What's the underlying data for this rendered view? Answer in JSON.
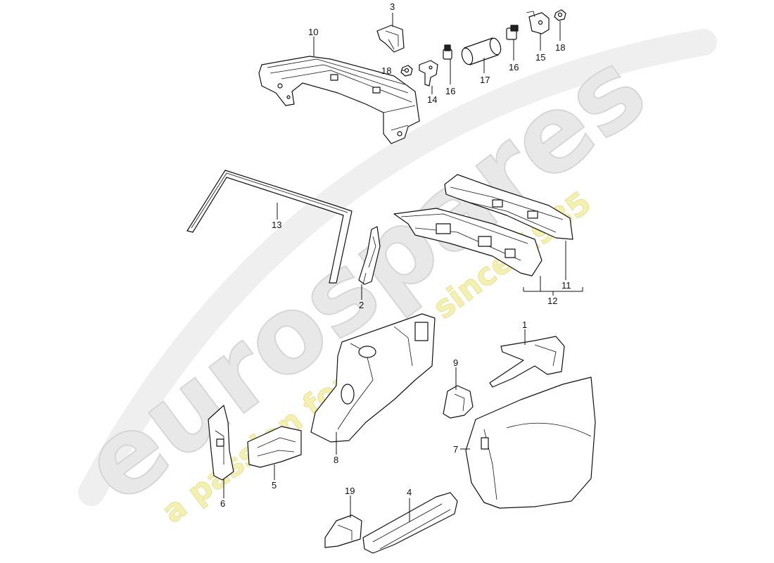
{
  "watermark": {
    "brand": "eurospares",
    "tagline": "a passion for parts since 1985",
    "brand_color": "#e8e8e8",
    "tagline_color": "#f3f0b0"
  },
  "callouts": {
    "c1": "1",
    "c2": "2",
    "c3": "3",
    "c4": "4",
    "c5": "5",
    "c6": "6",
    "c7": "7",
    "c8": "8",
    "c9": "9",
    "c10": "10",
    "c11": "11",
    "c12": "12",
    "c13": "13",
    "c14": "14",
    "c15": "15",
    "c16a": "16",
    "c16b": "16",
    "c17": "17",
    "c18a": "18",
    "c18b": "18",
    "c19": "19"
  }
}
